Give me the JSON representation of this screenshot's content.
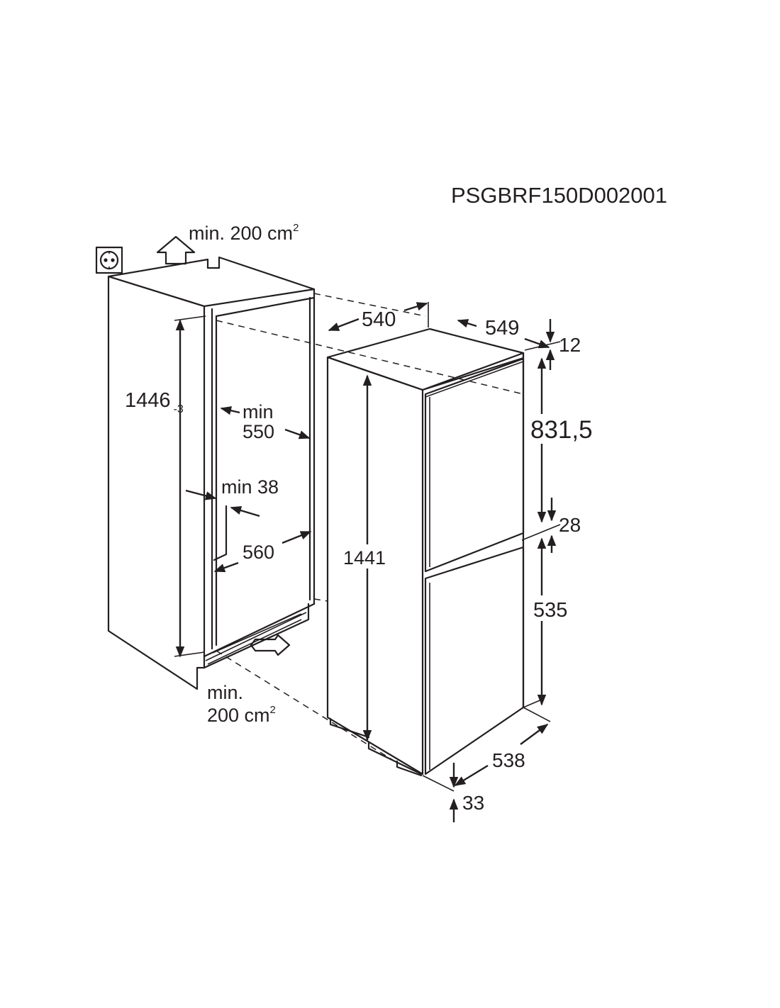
{
  "reference_code": "PSGBRF150D002001",
  "ventilation": {
    "top": {
      "prefix": "min. 200 cm",
      "sup": "2"
    },
    "bottom_line1": "min.",
    "bottom_line2": {
      "prefix": "200 cm",
      "sup": "2"
    }
  },
  "niche": {
    "height": "1446",
    "height_tolerance": "-3",
    "depth_min_label": "min",
    "depth_min_value": "550",
    "side_gap": "min 38",
    "width": "560"
  },
  "appliance": {
    "width": "540",
    "depth": "549",
    "top_gap": "12",
    "upper_door_height": "831,5",
    "door_gap": "28",
    "lower_door_height": "535",
    "height": "1441",
    "door_width": "538",
    "bottom_gap": "33"
  },
  "icons": [
    "power-socket-icon",
    "ventilation-arrow-icon"
  ]
}
